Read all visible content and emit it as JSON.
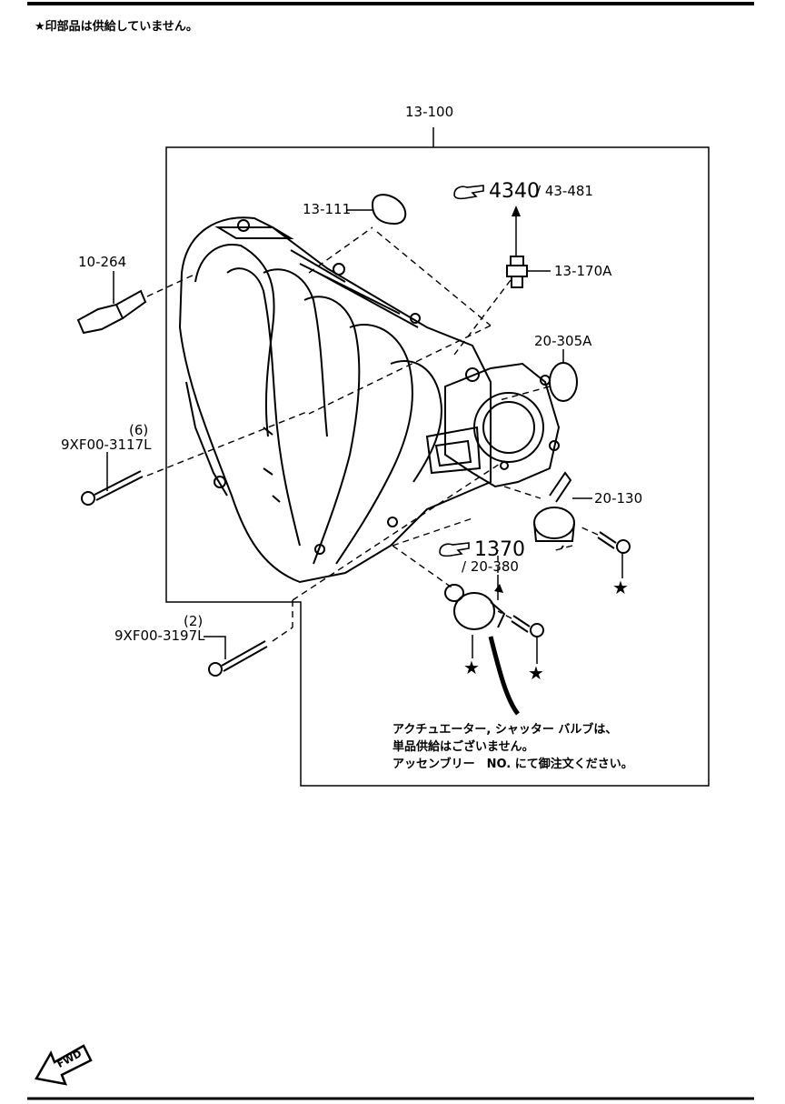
{
  "header_note": "★印部品は供給していません。",
  "callouts": {
    "manifold": "13-100",
    "gasket": "13-111",
    "stud": "10-264",
    "fitting": "13-170A",
    "oring": "20-305A",
    "bolt_long_qty": "(6)",
    "bolt_long": "9XF00-3117L",
    "bolt_short_qty": "(2)",
    "bolt_short": "9XF00-3197L",
    "actuator": "20-130",
    "valve": "/ 20-380"
  },
  "refs": {
    "ref1_num": "4340",
    "ref1_sub": "/ 43-481",
    "ref2_num": "1370"
  },
  "star_symbol": "★",
  "assembly_note": [
    "アクチュエーター, シャッター バルブは、",
    "単品供給はございません。",
    "アッセンブリー　NO. にて御注文ください。"
  ],
  "fwd_label": "FWD"
}
